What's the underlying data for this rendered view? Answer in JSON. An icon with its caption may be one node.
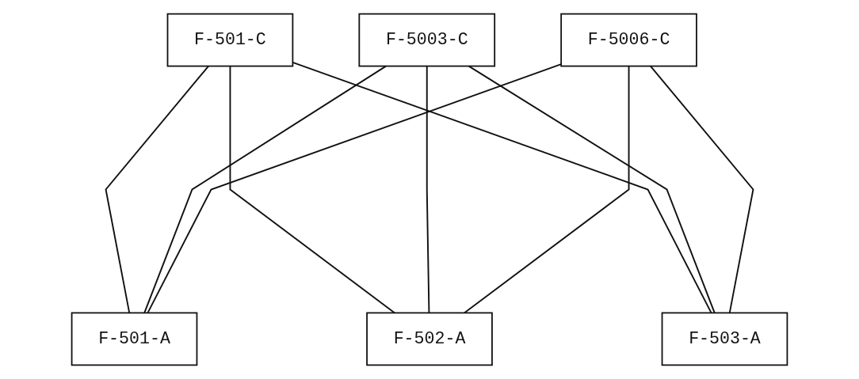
{
  "diagram": {
    "nodes": [
      {
        "text": [
          "F-501-C"
        ]
      },
      {
        "text": [
          "F-5003-C"
        ]
      },
      {
        "text": [
          "F-5006-C"
        ]
      },
      {
        "text": [
          "F-501-A"
        ]
      },
      {
        "text": [
          "F-502-A"
        ]
      },
      {
        "text": [
          "F-503-A"
        ]
      }
    ],
    "edges": [
      {
        "from": 0,
        "to": 3,
        "arrow": "none"
      },
      {
        "from": 0,
        "to": 4,
        "arrow": "none"
      },
      {
        "from": 0,
        "to": 5,
        "arrow": "none"
      },
      {
        "from": 1,
        "to": 3,
        "arrow": "none"
      },
      {
        "from": 1,
        "to": 4,
        "arrow": "none"
      },
      {
        "from": 1,
        "to": 5,
        "arrow": "none"
      },
      {
        "from": 2,
        "to": 3,
        "arrow": "none"
      },
      {
        "from": 2,
        "to": 4,
        "arrow": "none"
      },
      {
        "from": 2,
        "to": 5,
        "arrow": "none"
      }
    ]
  }
}
